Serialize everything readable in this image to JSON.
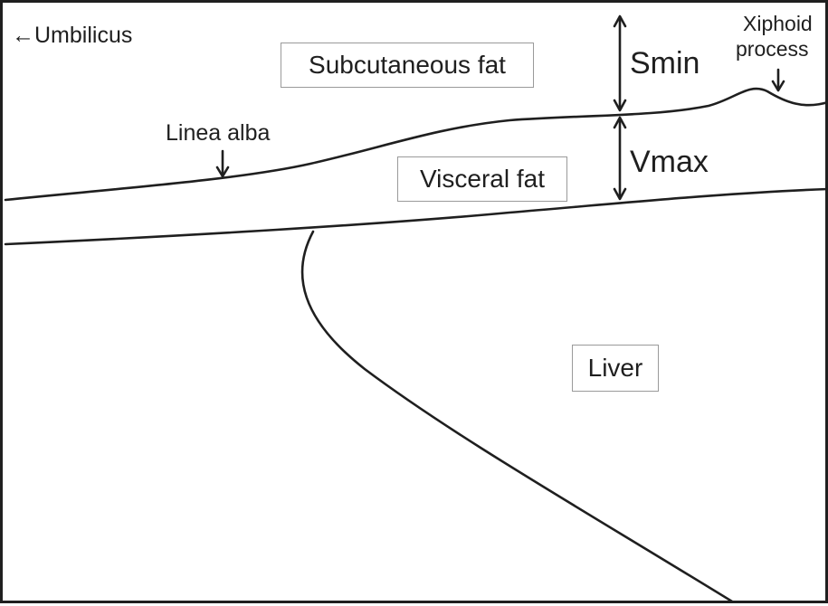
{
  "labels": {
    "umbilicus": "←Umbilicus",
    "subcutaneous_fat": "Subcutaneous fat",
    "visceral_fat": "Visceral fat",
    "liver": "Liver",
    "linea_alba": "Linea alba",
    "smin": "Smin",
    "vmax": "Vmax",
    "xiphoid_line1": "Xiphoid",
    "xiphoid_line2": "process"
  },
  "colors": {
    "line": "#1f1f1f",
    "box_border": "#9a9a9a",
    "background": "#ffffff"
  }
}
